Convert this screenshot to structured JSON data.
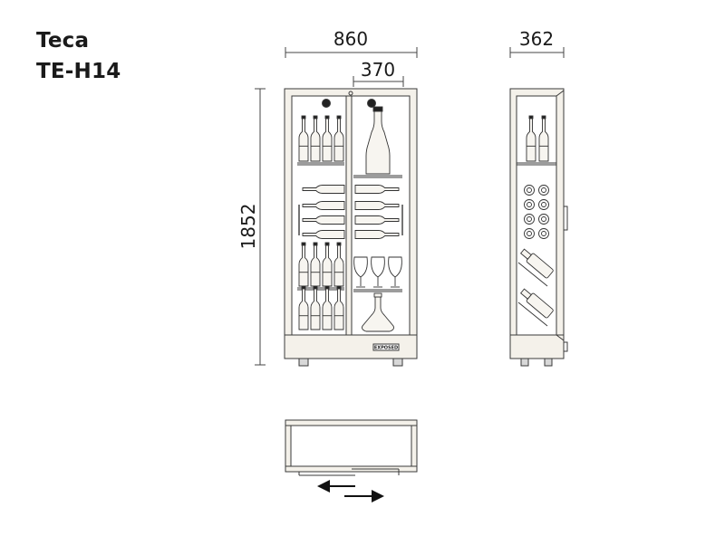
{
  "header": {
    "line1": "Teca",
    "line2": "TE-H14"
  },
  "dimensions": {
    "width": "860",
    "inner_width": "370",
    "depth": "362",
    "height": "1852"
  },
  "logo_text": "EXPOSED",
  "colors": {
    "line": "#3a3a3a",
    "text": "#1a1a1a",
    "frame_fill": "#f4f1ea"
  }
}
